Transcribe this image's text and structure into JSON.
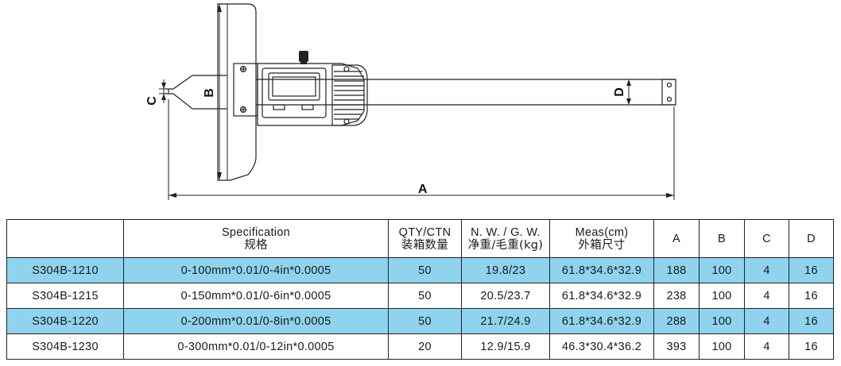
{
  "drawing": {
    "dimensions": {
      "a": "A",
      "b": "B",
      "c": "C",
      "d": "D"
    }
  },
  "table": {
    "headers": {
      "model": "",
      "spec_en": "Specification",
      "spec_cn": "规格",
      "qty_en": "QTY/CTN",
      "qty_cn": "装箱数量",
      "weight_en": "N. W. / G. W.",
      "weight_cn": "净重/毛重(kg)",
      "meas_en": "Meas(cm)",
      "meas_cn": "外箱尺寸",
      "a": "A",
      "b": "B",
      "c": "C",
      "d": "D"
    },
    "rows": [
      {
        "model": "S304B-1210",
        "spec": "0-100mm*0.01/0-4in*0.0005",
        "qty": "50",
        "weight": "19.8/23",
        "meas": "61.8*34.6*32.9",
        "a": "188",
        "b": "100",
        "c": "4",
        "d": "16"
      },
      {
        "model": "S304B-1215",
        "spec": "0-150mm*0.01/0-6in*0.0005",
        "qty": "50",
        "weight": "20.5/23.7",
        "meas": "61.8*34.6*32.9",
        "a": "238",
        "b": "100",
        "c": "4",
        "d": "16"
      },
      {
        "model": "S304B-1220",
        "spec": "0-200mm*0.01/0-8in*0.0005",
        "qty": "50",
        "weight": "21.7/24.9",
        "meas": "61.8*34.6*32.9",
        "a": "288",
        "b": "100",
        "c": "4",
        "d": "16"
      },
      {
        "model": "S304B-1230",
        "spec": "0-300mm*0.01/0-12in*0.0005",
        "qty": "20",
        "weight": "12.9/15.9",
        "meas": "46.3*30.4*36.2",
        "a": "393",
        "b": "100",
        "c": "4",
        "d": "16"
      }
    ],
    "highlight_color": "#8fd3ef"
  }
}
